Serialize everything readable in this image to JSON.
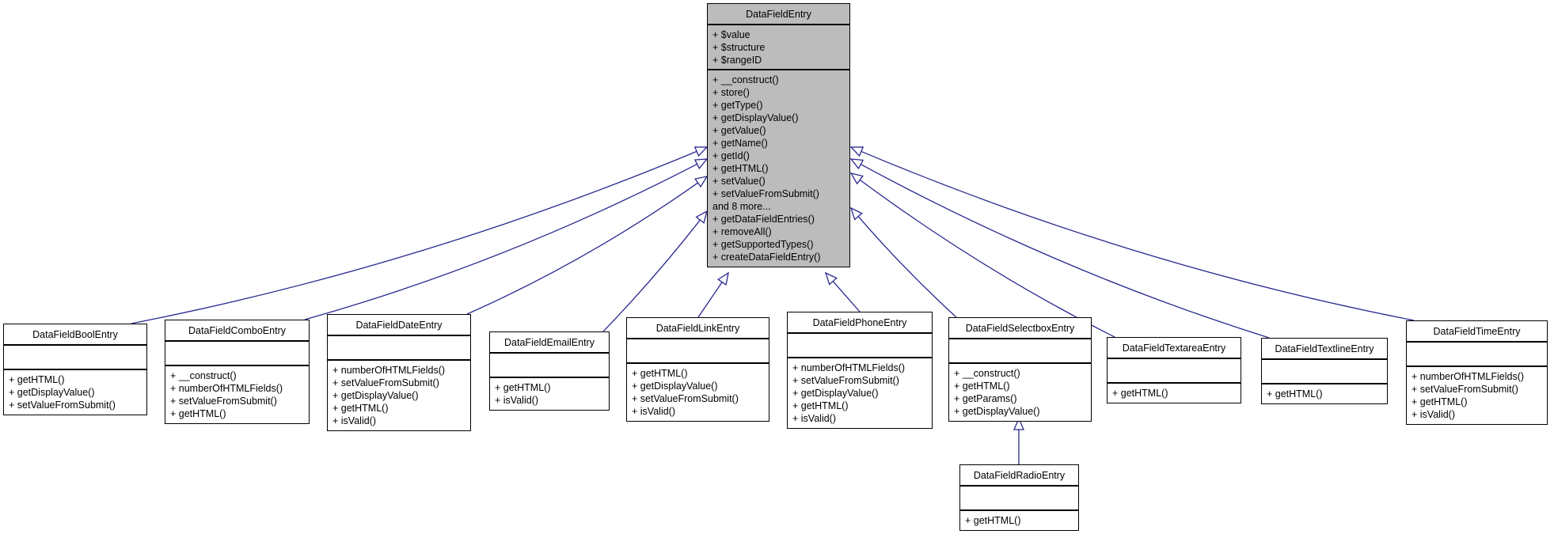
{
  "colors": {
    "edge": "#28288f",
    "root_fill": "#bcbcbc",
    "node_fill": "#ffffff",
    "border": "#000000"
  },
  "classes": [
    {
      "id": "root",
      "name": "DataFieldEntry",
      "attributes": [
        "+ $value",
        "+ $structure",
        "+ $rangeID"
      ],
      "methods": [
        "+ __construct()",
        "+ store()",
        "+ getType()",
        "+ getDisplayValue()",
        "+ getValue()",
        "+ getName()",
        "+ getId()",
        "+ getHTML()",
        "+ setValue()",
        "+ setValueFromSubmit()",
        "and 8 more...",
        "+ getDataFieldEntries()",
        "+ removeAll()",
        "+ getSupportedTypes()",
        "+ createDataFieldEntry()"
      ]
    },
    {
      "id": "bool",
      "name": "DataFieldBoolEntry",
      "attributes": [],
      "methods": [
        "+ getHTML()",
        "+ getDisplayValue()",
        "+ setValueFromSubmit()"
      ]
    },
    {
      "id": "combo",
      "name": "DataFieldComboEntry",
      "attributes": [],
      "methods": [
        "+ __construct()",
        "+ numberOfHTMLFields()",
        "+ setValueFromSubmit()",
        "+ getHTML()"
      ]
    },
    {
      "id": "date",
      "name": "DataFieldDateEntry",
      "attributes": [],
      "methods": [
        "+ numberOfHTMLFields()",
        "+ setValueFromSubmit()",
        "+ getDisplayValue()",
        "+ getHTML()",
        "+ isValid()"
      ]
    },
    {
      "id": "email",
      "name": "DataFieldEmailEntry",
      "attributes": [],
      "methods": [
        "+ getHTML()",
        "+ isValid()"
      ]
    },
    {
      "id": "link",
      "name": "DataFieldLinkEntry",
      "attributes": [],
      "methods": [
        "+ getHTML()",
        "+ getDisplayValue()",
        "+ setValueFromSubmit()",
        "+ isValid()"
      ]
    },
    {
      "id": "phone",
      "name": "DataFieldPhoneEntry",
      "attributes": [],
      "methods": [
        "+ numberOfHTMLFields()",
        "+ setValueFromSubmit()",
        "+ getDisplayValue()",
        "+ getHTML()",
        "+ isValid()"
      ]
    },
    {
      "id": "selectbox",
      "name": "DataFieldSelectboxEntry",
      "attributes": [],
      "methods": [
        "+ __construct()",
        "+ getHTML()",
        "+ getParams()",
        "+ getDisplayValue()"
      ]
    },
    {
      "id": "textarea",
      "name": "DataFieldTextareaEntry",
      "attributes": [],
      "methods": [
        "+ getHTML()"
      ]
    },
    {
      "id": "textline",
      "name": "DataFieldTextlineEntry",
      "attributes": [],
      "methods": [
        "+ getHTML()"
      ]
    },
    {
      "id": "time",
      "name": "DataFieldTimeEntry",
      "attributes": [],
      "methods": [
        "+ numberOfHTMLFields()",
        "+ setValueFromSubmit()",
        "+ getHTML()",
        "+ isValid()"
      ]
    },
    {
      "id": "radio",
      "name": "DataFieldRadioEntry",
      "attributes": [],
      "methods": [
        "+ getHTML()"
      ]
    }
  ],
  "edges": [
    {
      "child": "bool",
      "parent": "root",
      "type": "inheritance"
    },
    {
      "child": "combo",
      "parent": "root",
      "type": "inheritance"
    },
    {
      "child": "date",
      "parent": "root",
      "type": "inheritance"
    },
    {
      "child": "email",
      "parent": "root",
      "type": "inheritance"
    },
    {
      "child": "link",
      "parent": "root",
      "type": "inheritance"
    },
    {
      "child": "phone",
      "parent": "root",
      "type": "inheritance"
    },
    {
      "child": "selectbox",
      "parent": "root",
      "type": "inheritance"
    },
    {
      "child": "textarea",
      "parent": "root",
      "type": "inheritance"
    },
    {
      "child": "textline",
      "parent": "root",
      "type": "inheritance"
    },
    {
      "child": "time",
      "parent": "root",
      "type": "inheritance"
    },
    {
      "child": "radio",
      "parent": "selectbox",
      "type": "inheritance"
    }
  ]
}
